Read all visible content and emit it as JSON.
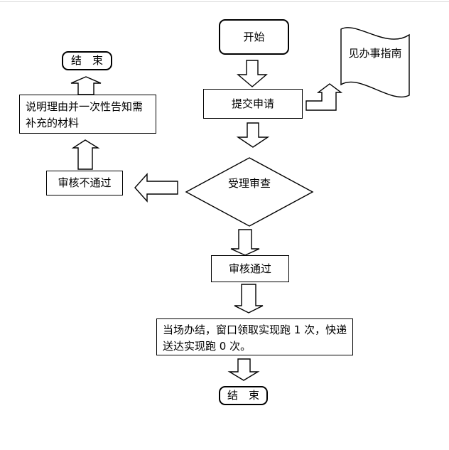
{
  "diagram": {
    "type": "flowchart",
    "background_color": "#ffffff",
    "line_color": "#000000",
    "nodes": {
      "start": {
        "label": "开始",
        "shape": "rounded-rectangle"
      },
      "guide": {
        "label": "见办事指南",
        "shape": "wave-flag"
      },
      "submit": {
        "label": "提交申请",
        "shape": "rectangle"
      },
      "review": {
        "label": "受理审查",
        "shape": "diamond"
      },
      "fail": {
        "label": "审核不通过",
        "shape": "rectangle"
      },
      "explain": {
        "label": "说明理由并一次性告知需补充的材料",
        "shape": "rectangle"
      },
      "end_top": {
        "label": "结　束",
        "shape": "rounded-rectangle"
      },
      "pass": {
        "label": "审核通过",
        "shape": "rectangle"
      },
      "result": {
        "label": "当场办结，窗口领取实现跑 1 次，快递送达实现跑 0 次。",
        "shape": "rectangle"
      },
      "end_bottom": {
        "label": "结　束",
        "shape": "rounded-rectangle"
      }
    },
    "arrows": [
      {
        "from": "start",
        "to": "submit",
        "direction": "down"
      },
      {
        "from": "submit",
        "to": "guide",
        "direction": "elbow-up"
      },
      {
        "from": "submit",
        "to": "review",
        "direction": "down"
      },
      {
        "from": "review",
        "to": "fail",
        "direction": "left"
      },
      {
        "from": "fail",
        "to": "explain",
        "direction": "up"
      },
      {
        "from": "explain",
        "to": "end_top",
        "direction": "up"
      },
      {
        "from": "review",
        "to": "pass",
        "direction": "down"
      },
      {
        "from": "pass",
        "to": "result",
        "direction": "down"
      },
      {
        "from": "result",
        "to": "end_bottom",
        "direction": "down"
      }
    ]
  }
}
